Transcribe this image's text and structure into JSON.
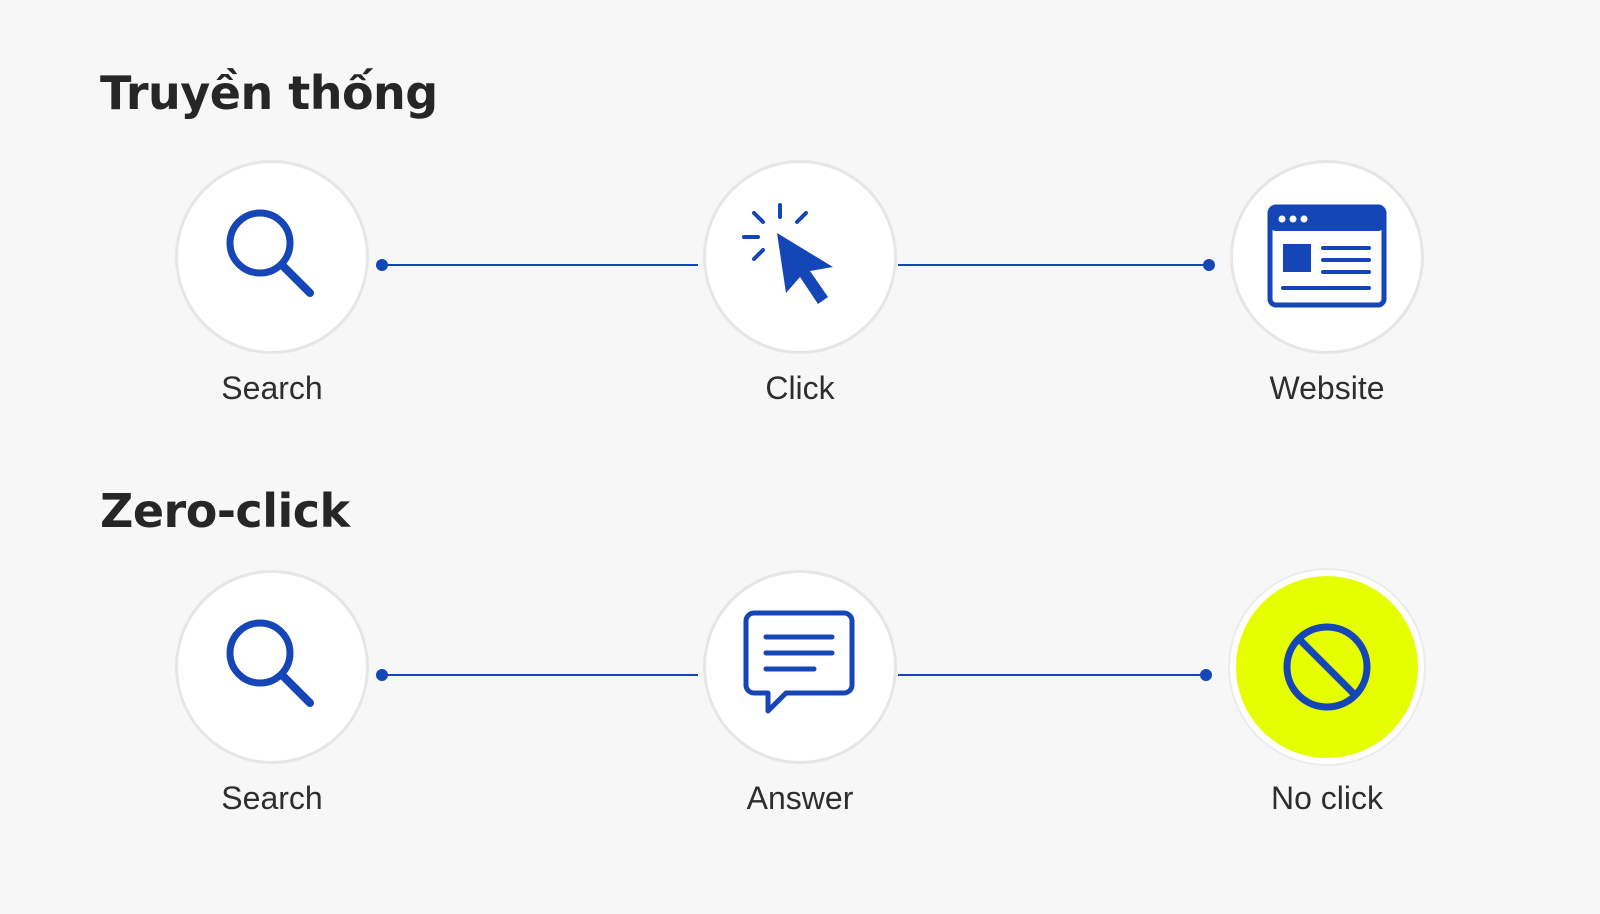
{
  "colors": {
    "background": "#f7f7f8",
    "accent_blue": "#1546b8",
    "highlight_yellow": "#e6ff00"
  },
  "sections": {
    "traditional": {
      "title": "Truyền thống",
      "steps": [
        {
          "label": "Search",
          "icon": "search-icon"
        },
        {
          "label": "Click",
          "icon": "cursor-click-icon"
        },
        {
          "label": "Website",
          "icon": "browser-window-icon"
        }
      ]
    },
    "zeroclick": {
      "title": "Zero-click",
      "steps": [
        {
          "label": "Search",
          "icon": "search-icon"
        },
        {
          "label": "Answer",
          "icon": "speech-bubble-icon"
        },
        {
          "label": "No click",
          "icon": "prohibited-icon"
        }
      ]
    }
  }
}
